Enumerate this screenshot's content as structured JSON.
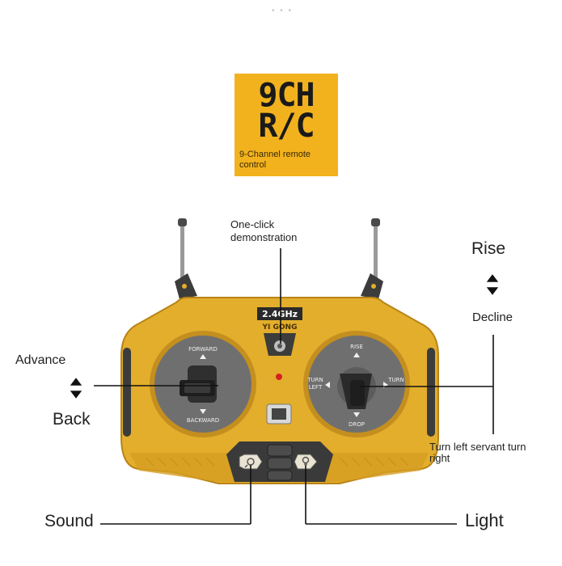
{
  "badge": {
    "headline_1": "9CH",
    "headline_2": "R/C",
    "subtitle": "9-Channel remote control"
  },
  "remote": {
    "frequency": "2.4GHz",
    "brand": "YI GONG",
    "left_stick_top": "FORWARD",
    "left_stick_bottom": "BACKWARD",
    "right_stick_top": "RISE",
    "right_stick_bottom": "DROP",
    "right_stick_left_1": "TURN",
    "right_stick_left_2": "LEFT",
    "right_stick_right": "TURN"
  },
  "callouts": {
    "demo_1": "One-click",
    "demo_2": "demonstration",
    "rise": "Rise",
    "decline": "Decline",
    "advance": "Advance",
    "back": "Back",
    "turn_1": "Turn left servant turn",
    "turn_2": "right",
    "sound": "Sound",
    "light": "Light"
  },
  "colors": {
    "body": "#e3ae2c",
    "body_dark": "#b88418",
    "badge": "#f2b21e",
    "stick_plate": "#6f6f6f"
  }
}
